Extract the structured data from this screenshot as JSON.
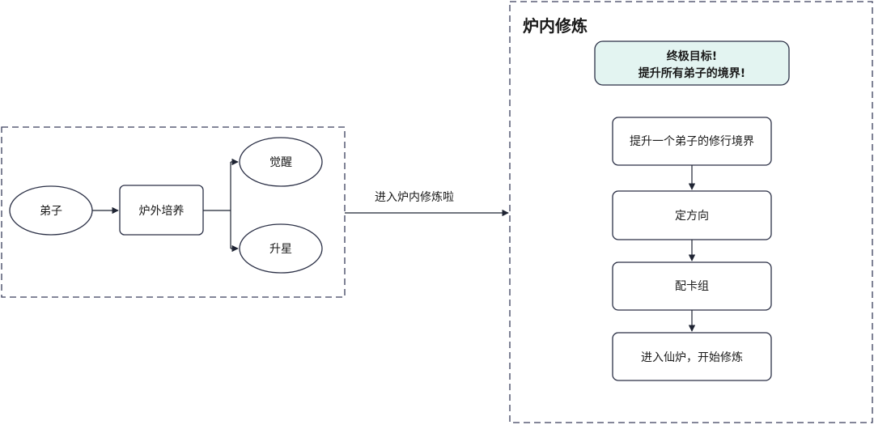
{
  "colors": {
    "stroke": "#2a2f45",
    "dashed_border": "#3a3f5c",
    "goal_fill": "#e3f4f1",
    "text": "#1a1a1a"
  },
  "left_group": {
    "nodes": {
      "disciple": "弟子",
      "outside_training": "炉外培养",
      "awaken": "觉醒",
      "star_up": "升星"
    }
  },
  "connector": {
    "label": "进入炉内修炼啦"
  },
  "right_group": {
    "title": "炉内修炼",
    "goal": {
      "line1": "终极目标!",
      "line2": "提升所有弟子的境界!"
    },
    "steps": [
      "提升一个弟子的修行境界",
      "定方向",
      "配卡组",
      "进入仙炉，开始修炼"
    ]
  }
}
